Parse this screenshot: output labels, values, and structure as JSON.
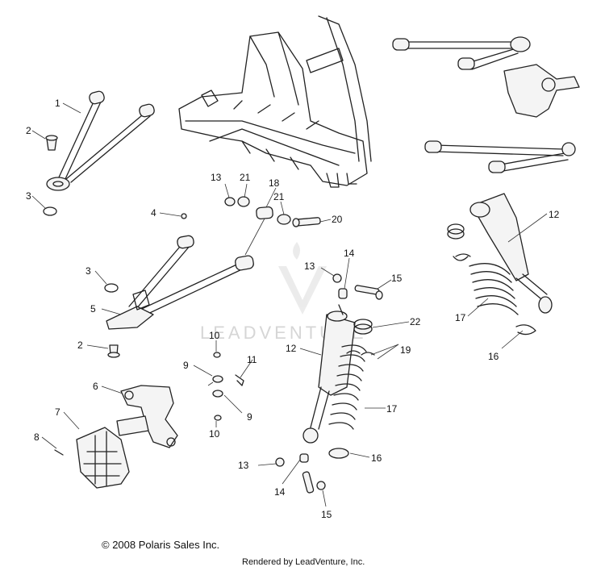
{
  "callouts": [
    {
      "id": "c1",
      "text": "1"
    },
    {
      "id": "c2a",
      "text": "2"
    },
    {
      "id": "c2b",
      "text": "2"
    },
    {
      "id": "c3a",
      "text": "3"
    },
    {
      "id": "c3b",
      "text": "3"
    },
    {
      "id": "c4",
      "text": "4"
    },
    {
      "id": "c5",
      "text": "5"
    },
    {
      "id": "c6",
      "text": "6"
    },
    {
      "id": "c7",
      "text": "7"
    },
    {
      "id": "c8",
      "text": "8"
    },
    {
      "id": "c9a",
      "text": "9"
    },
    {
      "id": "c9b",
      "text": "9"
    },
    {
      "id": "c10a",
      "text": "10"
    },
    {
      "id": "c10b",
      "text": "10"
    },
    {
      "id": "c11",
      "text": "11"
    },
    {
      "id": "c12a",
      "text": "12"
    },
    {
      "id": "c12b",
      "text": "12"
    },
    {
      "id": "c13a",
      "text": "13"
    },
    {
      "id": "c13b",
      "text": "13"
    },
    {
      "id": "c13c",
      "text": "13"
    },
    {
      "id": "c14a",
      "text": "14"
    },
    {
      "id": "c14b",
      "text": "14"
    },
    {
      "id": "c15a",
      "text": "15"
    },
    {
      "id": "c15b",
      "text": "15"
    },
    {
      "id": "c16a",
      "text": "16"
    },
    {
      "id": "c16b",
      "text": "16"
    },
    {
      "id": "c17a",
      "text": "17"
    },
    {
      "id": "c17b",
      "text": "17"
    },
    {
      "id": "c18",
      "text": "18"
    },
    {
      "id": "c19",
      "text": "19"
    },
    {
      "id": "c20",
      "text": "20"
    },
    {
      "id": "c21a",
      "text": "21"
    },
    {
      "id": "c21b",
      "text": "21"
    },
    {
      "id": "c22",
      "text": "22"
    }
  ],
  "watermark": "LEADVENTURE",
  "copyright": "© 2008 Polaris Sales Inc.",
  "rendered_by": "Rendered by LeadVenture, Inc."
}
